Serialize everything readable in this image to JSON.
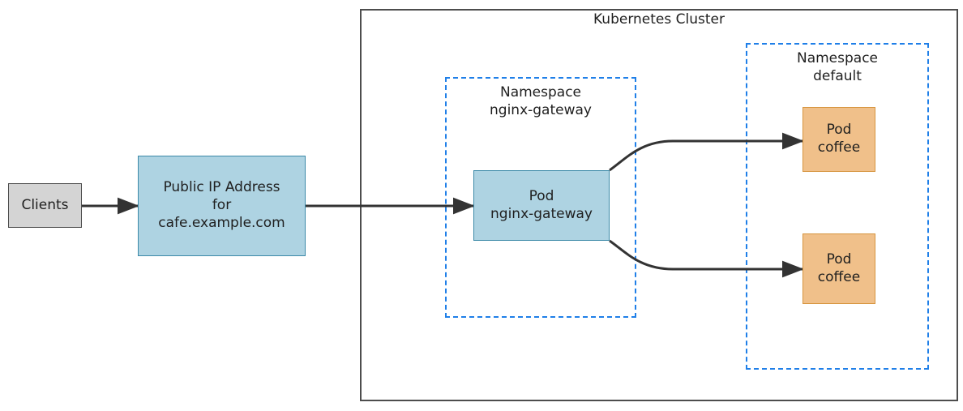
{
  "diagram": {
    "title": "Kubernetes Cluster",
    "colors": {
      "background": "#ffffff",
      "cluster_border": "#4d4d4d",
      "namespace_border": "#1f7fe8",
      "blue_fill": "#aed3e2",
      "blue_border": "#3c8aa8",
      "orange_fill": "#f0c08a",
      "orange_border": "#d79540",
      "gray_fill": "#d4d4d4",
      "gray_border": "#4d4d4d",
      "arrow": "#333333",
      "text": "#1f1f1f"
    },
    "namespaces": [
      {
        "id": "nginx-gateway",
        "label": "Namespace\nnginx-gateway"
      },
      {
        "id": "default",
        "label": "Namespace\ndefault"
      }
    ],
    "nodes": {
      "clients": {
        "label": "Clients"
      },
      "public_ip": {
        "label": "Public IP Address\nfor\ncafe.example.com"
      },
      "gateway_pod": {
        "label": "Pod\nnginx-gateway"
      },
      "coffee_pod_1": {
        "label": "Pod\ncoffee"
      },
      "coffee_pod_2": {
        "label": "Pod\ncoffee"
      }
    },
    "edges": [
      {
        "id": "clients-to-public-ip",
        "from": "clients",
        "to": "public_ip"
      },
      {
        "id": "public-ip-to-gateway-pod",
        "from": "public_ip",
        "to": "gateway_pod"
      },
      {
        "id": "gateway-pod-to-coffee-1",
        "from": "gateway_pod",
        "to": "coffee_pod_1"
      },
      {
        "id": "gateway-pod-to-coffee-2",
        "from": "gateway_pod",
        "to": "coffee_pod_2"
      }
    ]
  }
}
